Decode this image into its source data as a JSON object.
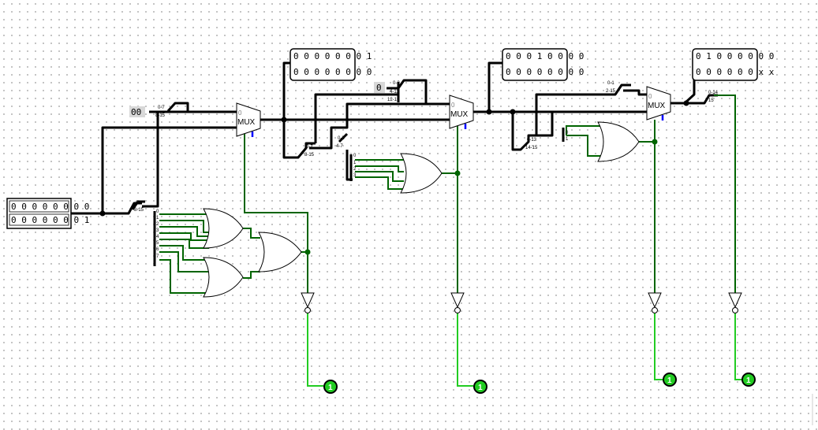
{
  "inputs": {
    "main_value": [
      "0 0 0 0 0 0 0 0",
      "0 0 0 0 0 0 0 1"
    ]
  },
  "probes": [
    {
      "lines": [
        "0 0 0 0 0 0 0 1",
        "0 0 0 0 0 0 0 0"
      ]
    },
    {
      "lines": [
        "0 0 0 1 0 0 0 0",
        "0 0 0 0 0 0 0 0"
      ]
    },
    {
      "lines": [
        "0 1 0 0 0 0 0 0",
        "0 0 0 0 0 0 x x"
      ]
    }
  ],
  "constants": {
    "c1": "00",
    "c2": "0"
  },
  "splitter_labels": {
    "s_in": [
      "0-7",
      "8-15"
    ],
    "s_c1": [
      "0-7",
      "8-15"
    ],
    "s_c2": [
      "0-3",
      "4-11",
      "12-15"
    ],
    "s_mid": [
      "0-7",
      "8-15"
    ],
    "s_mid2": [
      "0-3",
      "4-7"
    ],
    "s_r1": [
      "0-1",
      "2-15"
    ],
    "s_r2": [
      "0-13",
      "14-15"
    ],
    "s_out": [
      "0-14",
      "15"
    ],
    "fan8": [
      "0",
      "1",
      "2",
      "3",
      "4",
      "5",
      "6",
      "7"
    ],
    "fan4": [
      "0",
      "1",
      "2",
      "3"
    ],
    "fan2": [
      "0",
      "1"
    ]
  },
  "mux": {
    "label": "MUX",
    "sel0": "0"
  },
  "outputs": [
    {
      "value": "1"
    },
    {
      "value": "1"
    },
    {
      "value": "1"
    },
    {
      "value": "1"
    }
  ],
  "colors": {
    "bus": "#000000",
    "wire_true": "#22cc22",
    "wire_dark": "#006400",
    "select": "#0000ff"
  }
}
